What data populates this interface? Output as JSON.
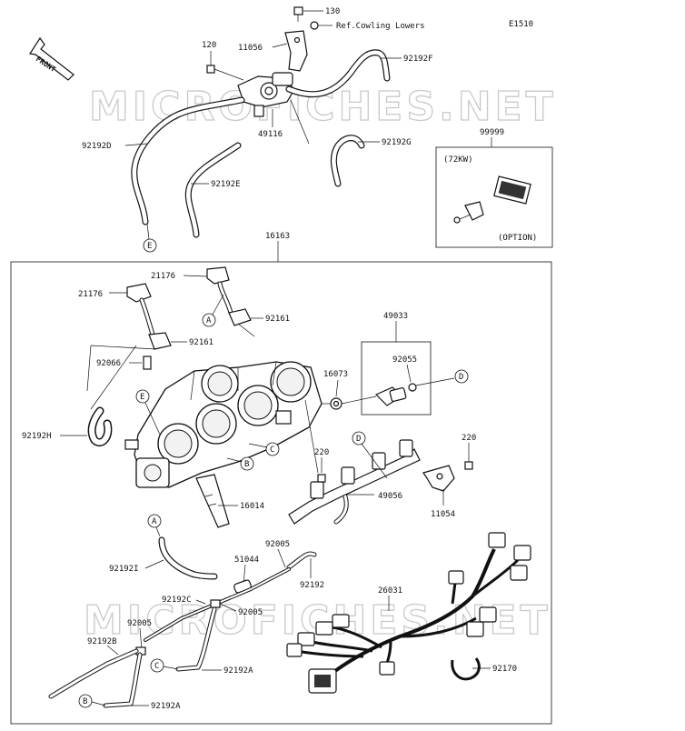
{
  "diagram": {
    "page_code": "E1510",
    "front_label": "FRONT",
    "watermark": "MICROFICHES.NET",
    "ref_note": "Ref.Cowling Lowers",
    "option_variant": "(72KW)",
    "option_label": "(OPTION)",
    "callouts": {
      "c130": "130",
      "c11056": "11056",
      "c120": "120",
      "c92192F": "92192F",
      "c49116": "49116",
      "c92192G": "92192G",
      "c92192D": "92192D",
      "c92192E": "92192E",
      "c99999": "99999",
      "c16163": "16163",
      "c21176a": "21176",
      "c21176b": "21176",
      "c92161a": "92161",
      "c92161b": "92161",
      "c49033": "49033",
      "c92055": "92055",
      "c92066": "92066",
      "c16073": "16073",
      "c92192H": "92192H",
      "c220a": "220",
      "c220b": "220",
      "c16014": "16014",
      "c49056": "49056",
      "c11054": "11054",
      "c92005a": "92005",
      "c51044": "51044",
      "c92192": "92192",
      "c92192I": "92192I",
      "c92192C": "92192C",
      "c26031": "26031",
      "c92005b": "92005",
      "c92005c": "92005",
      "c92192B": "92192B",
      "c92192Aa": "92192A",
      "c92170": "92170",
      "c92192Ab": "92192A"
    },
    "connectors": {
      "e_top": "E",
      "a_upper": "A",
      "e_body": "E",
      "c_body": "C",
      "b_body": "B",
      "d_rail": "D",
      "d_bracket": "D",
      "a_lower": "A",
      "c_lower": "C",
      "b_lower": "B"
    }
  }
}
